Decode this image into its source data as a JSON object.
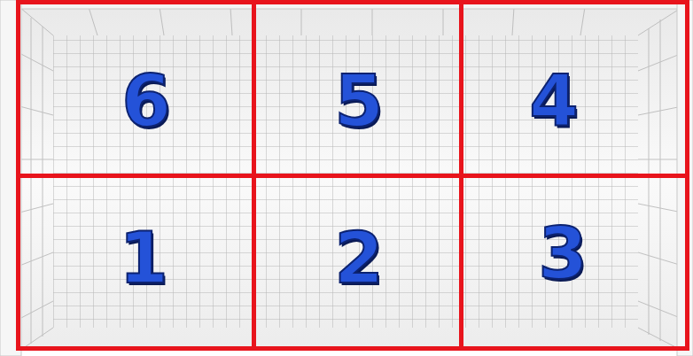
{
  "diagram": {
    "nodes": [
      {
        "text": [
          "6"
        ]
      },
      {
        "text": [
          "5"
        ]
      },
      {
        "text": [
          "4"
        ]
      },
      {
        "text": [
          "1"
        ]
      },
      {
        "text": [
          "2"
        ]
      },
      {
        "text": [
          "3"
        ]
      }
    ]
  }
}
